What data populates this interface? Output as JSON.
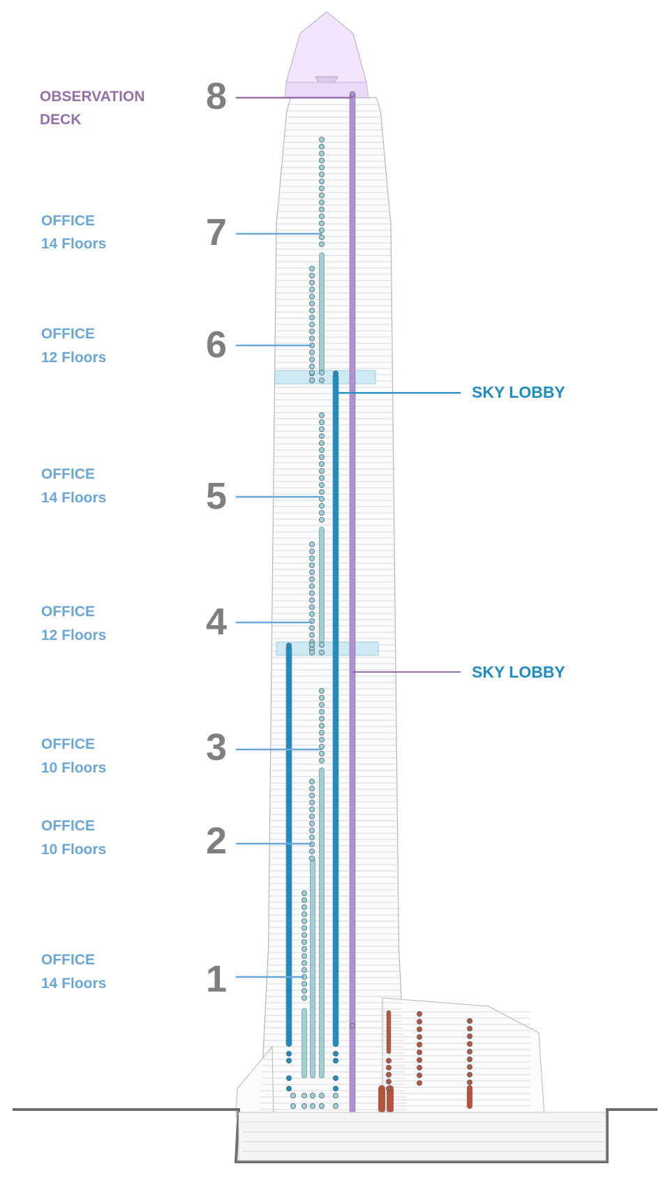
{
  "colors": {
    "observation": "#9570a8",
    "office": "#6aa6d8",
    "sky_lobby": "#1f8cc4",
    "number": "#7f7f7f",
    "express_elevator": "#1f8cc4",
    "local_elevator": "#9fd0d8",
    "observation_elevator": "#b48fd2",
    "service_elevator": "#b5553f",
    "tower_line": "#c8ccd0",
    "ground": "#6e6e6e"
  },
  "zones": [
    {
      "num": "8",
      "title": "OBSERVATION",
      "sub": "DECK",
      "kind": "observation"
    },
    {
      "num": "7",
      "title": "OFFICE",
      "sub": "14 Floors",
      "kind": "office"
    },
    {
      "num": "6",
      "title": "OFFICE",
      "sub": "12 Floors",
      "kind": "office"
    },
    {
      "num": "5",
      "title": "OFFICE",
      "sub": "14 Floors",
      "kind": "office"
    },
    {
      "num": "4",
      "title": "OFFICE",
      "sub": "12 Floors",
      "kind": "office"
    },
    {
      "num": "3",
      "title": "OFFICE",
      "sub": "10 Floors",
      "kind": "office"
    },
    {
      "num": "2",
      "title": "OFFICE",
      "sub": "10 Floors",
      "kind": "office"
    },
    {
      "num": "1",
      "title": "OFFICE",
      "sub": "14 Floors",
      "kind": "office"
    }
  ],
  "sky_lobbies": [
    {
      "label": "SKY LOBBY"
    },
    {
      "label": "SKY LOBBY"
    }
  ]
}
